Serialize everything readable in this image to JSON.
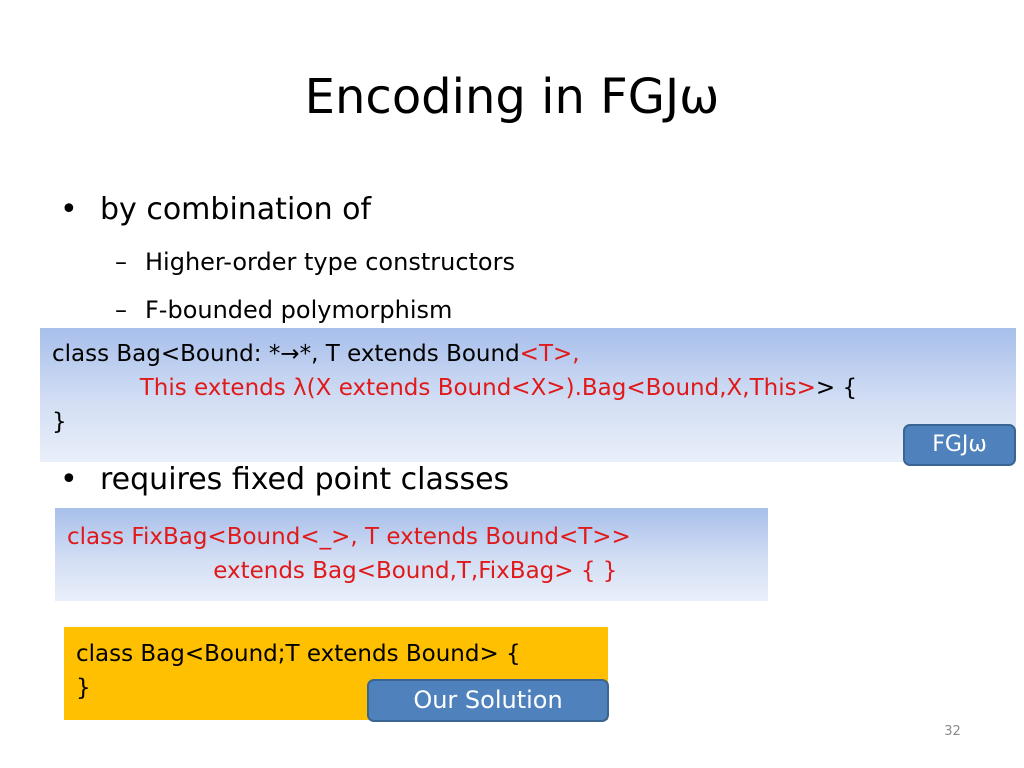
{
  "slide": {
    "title": "Encoding in FGJω",
    "bullet1": {
      "marker": "•",
      "text": "by combination of"
    },
    "sub_bullets": [
      {
        "marker": "–",
        "text": "Higher-order type constructors"
      },
      {
        "marker": "–",
        "text": "F-bounded polymorphism"
      }
    ],
    "bullet2": {
      "marker": "•",
      "text": "requires fixed point classes"
    },
    "code1": {
      "line1_black": "class Bag<Bound: *→*, T extends Bound",
      "line1_red": "<T>,",
      "line2_indent": "            ",
      "line2_red": "This extends λ(X extends Bound<X>).Bag<Bound,X,This>",
      "line2_black": "> {",
      "line3": "}"
    },
    "fgjw_tag": "FGJω",
    "code2": {
      "line1": "class FixBag<Bound<_>, T extends Bound<T>>",
      "line2": "                    extends Bag<Bound,T,FixBag> { }"
    },
    "solution": {
      "line1": "class Bag<Bound;T extends Bound> {",
      "line2": "}"
    },
    "solution_tag": "Our Solution",
    "page_number": "32"
  },
  "colors": {
    "code_red": "#e01a1a",
    "tag_blue": "#4f81bd",
    "solution_yellow": "#fec000",
    "box_gradient_top": "#a7bfeb",
    "box_gradient_bottom": "#e9effa"
  }
}
